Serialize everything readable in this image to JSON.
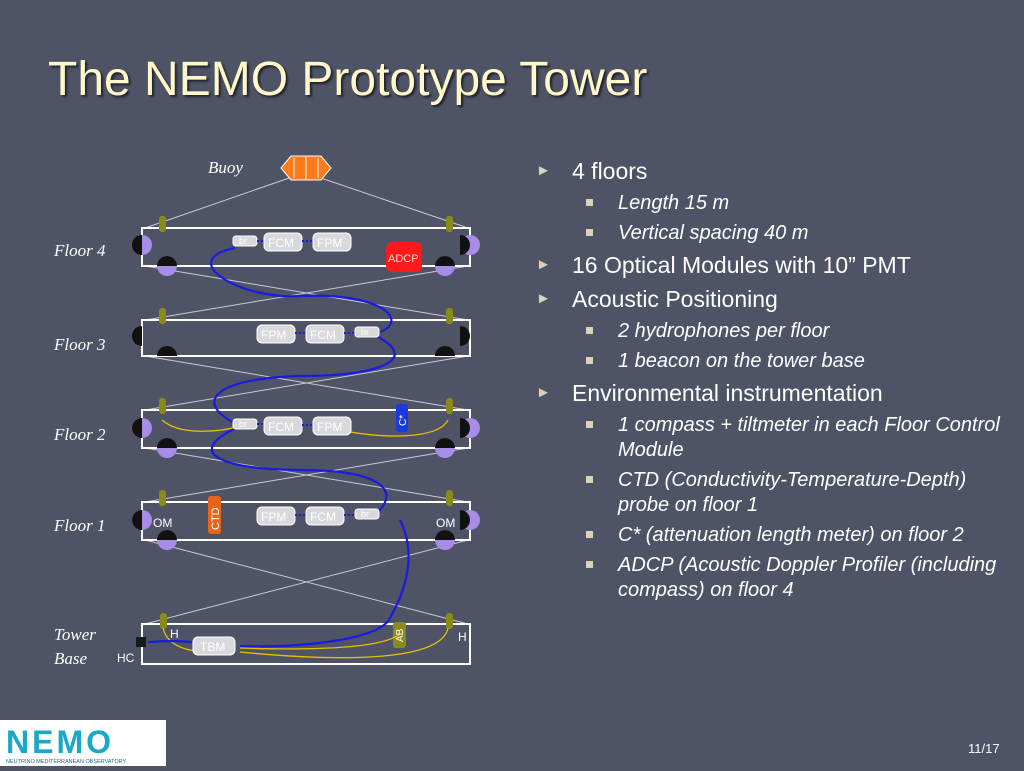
{
  "slide": {
    "title": "The NEMO Prototype Tower",
    "page": "11/17"
  },
  "diagram": {
    "buoy_label": "Buoy",
    "floor_labels": [
      "Floor 4",
      "Floor 3",
      "Floor 2",
      "Floor 1"
    ],
    "base_label_1": "Tower",
    "base_label_2": "Base",
    "modules": {
      "fcm": "FCM",
      "fpm": "FPM",
      "br": "br",
      "adcp": "ADCP",
      "cstar": "C*",
      "ctd": "CTD",
      "om": "OM",
      "h": "H",
      "hc": "HC",
      "tbm": "TBM",
      "ab": "AB"
    }
  },
  "bullets": [
    {
      "text": "4 floors",
      "subs": [
        "Length 15 m",
        "Vertical spacing 40 m"
      ]
    },
    {
      "text": "16 Optical Modules with 10” PMT",
      "subs": []
    },
    {
      "text": "Acoustic Positioning",
      "subs": [
        "2 hydrophones per floor",
        "1 beacon on the tower base"
      ]
    },
    {
      "text": "Environmental instrumentation",
      "subs": [
        "1 compass + tiltmeter in each Floor Control Module",
        "CTD (Conductivity-Temperature-Depth) probe on floor 1",
        "C* (attenuation length meter) on floor 2",
        "ADCP (Acoustic Doppler Profiler (including compass) on floor 4"
      ]
    }
  ],
  "logo": {
    "text": "NEMO",
    "subtitle": "NEUTRINO MEDITERRANEAN OBSERVATORY"
  },
  "colors": {
    "background": "#4f5366",
    "title": "#fff8c8",
    "cable": "#1a1ae0",
    "fiber": "#e8c000",
    "buoy": "#ff7a1a",
    "om": "#a78ce8",
    "adcp": "#ff1a1a",
    "hydrophone": "#8a8a1a"
  }
}
